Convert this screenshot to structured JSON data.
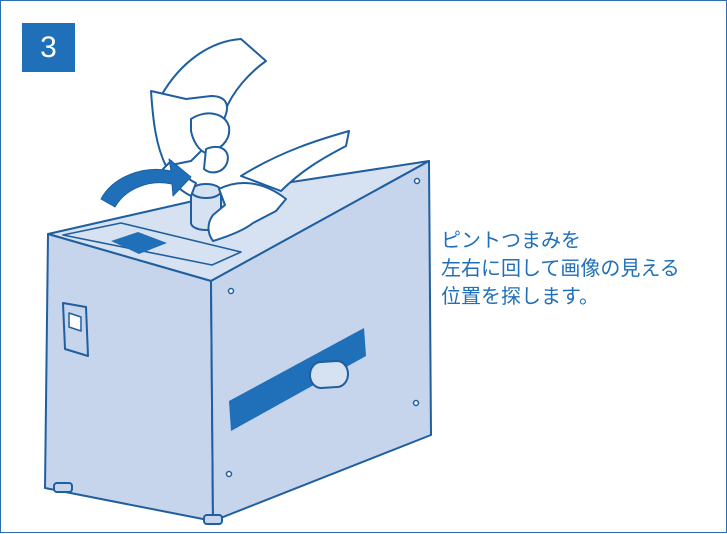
{
  "step": {
    "number": "3"
  },
  "instruction": {
    "lines": [
      "ピントつまみを",
      "左右に回して画像の見える",
      "位置を探します。"
    ]
  },
  "colors": {
    "accent": "#1f6fb9",
    "outline": "#1f5f9f",
    "device_fill": "#c6d4ec",
    "device_top": "#d6e1f2",
    "slot": "#1f6fb9"
  },
  "icons": {
    "rotate_arrow": "curved-arrow-icon",
    "power_switch": "rocker-switch-icon"
  }
}
